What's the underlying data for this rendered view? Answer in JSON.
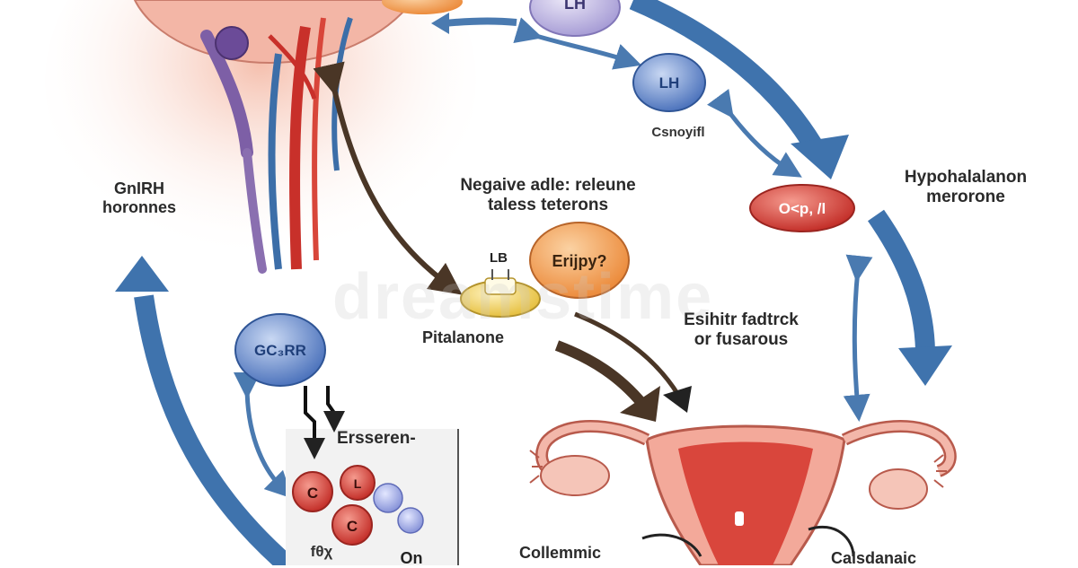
{
  "colors": {
    "arrow_blue": "#3f73ad",
    "arrow_brown": "#4a3626",
    "node_purple": "#b9b0dd",
    "node_blue": "#6e8fcf",
    "node_red": "#d2443c",
    "node_orange": "#f0a45d",
    "node_yellow": "#efd56a",
    "tissue_pink": "#f2b4a8",
    "vessel_red": "#c8302a"
  },
  "nodes": {
    "top_lh": "LH",
    "lh": "LH",
    "lh_caption": "Csnoyifl",
    "red_node": "O<p, /l",
    "gc_rr": "GC₃RR",
    "erijpy": "Erijpy?",
    "lb": "LB",
    "c1": "C",
    "l": "L",
    "c2": "C",
    "small_left": "fθχ",
    "on": "On"
  },
  "labels": {
    "gnrh": [
      "GnIRH",
      "horonnes"
    ],
    "negative": [
      "Negaive adle: releune",
      "taless teterons"
    ],
    "hypothal": [
      "Hypohalalanon",
      "merorone"
    ],
    "pitalanone": "Pitalanone",
    "esihitr": [
      "Esihitr  fadtrck",
      "or fusarous"
    ],
    "ersseren": "Ersseren-",
    "collemmic": "Collemmic",
    "bottom_right": "Calsdanaic"
  },
  "watermark": "dreamstime"
}
